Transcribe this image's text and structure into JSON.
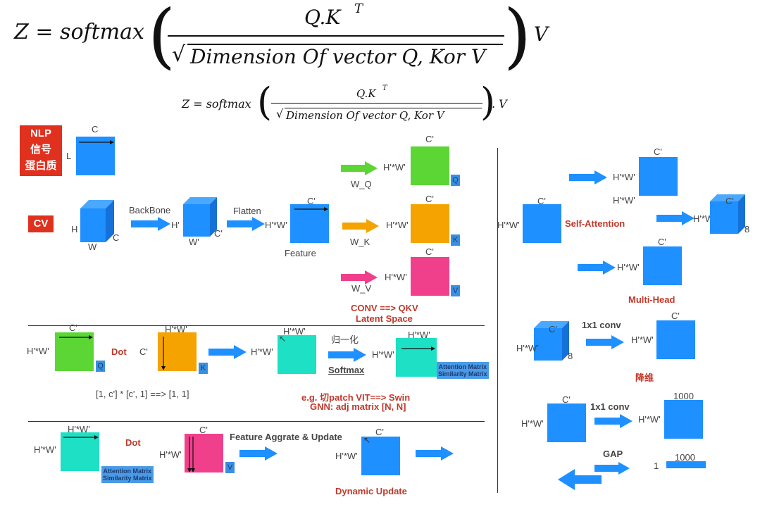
{
  "formula_large": {
    "lhs": "Z = softmax",
    "numerator": "Q.K",
    "sup": "T",
    "denominator": "Dimension Of vector Q, Kor V",
    "rhs": ". V"
  },
  "formula_small": {
    "lhs": "Z = softmax",
    "numerator": "Q.K",
    "sup": "T",
    "denominator": "Dimension Of vector Q, Kor V",
    "rhs": ". V"
  },
  "labels": {
    "nlp_box": [
      "NLP",
      "信号",
      "蛋白质"
    ],
    "cv_box": "CV",
    "C": "C",
    "L": "L",
    "H": "H",
    "W": "W",
    "Cp": "C'",
    "Hp": "H'",
    "Wp": "W'",
    "HW": "H'*W'",
    "backbone": "BackBone",
    "flatten": "Flatten",
    "feature": "Feature",
    "wq": "W_Q",
    "wk": "W_K",
    "wv": "W_V",
    "q": "Q",
    "k": "K",
    "v": "V",
    "conv_qkv": "CONV ==> QKV",
    "latent": "Latent Space",
    "dot": "Dot",
    "normalize": "归一化",
    "softmax": "Softmax",
    "attn_matrix": "Attention Matrix",
    "sim_matrix": "Similarity Matrix",
    "dims": "[1, c'] * [c', 1] ==> [1, 1]",
    "eg_patch": "e.g. 切patch VIT==> Swin",
    "gnn": "GNN: adj matrix [N, N]",
    "feature_agg": "Feature Aggrate & Update",
    "dynamic_update": "Dynamic Update",
    "self_attention": "Self-Attention",
    "multi_head": "Multi-Head",
    "eight": "8",
    "conv1x1": "1x1 conv",
    "reduce_dim": "降维",
    "n1000": "1000",
    "gap": "GAP",
    "one": "1"
  },
  "colors": {
    "blue": "#1e90ff",
    "green": "#5cd635",
    "orange": "#f5a300",
    "pink": "#f0408c",
    "teal": "#1de0c4",
    "red": "#e0301e"
  }
}
